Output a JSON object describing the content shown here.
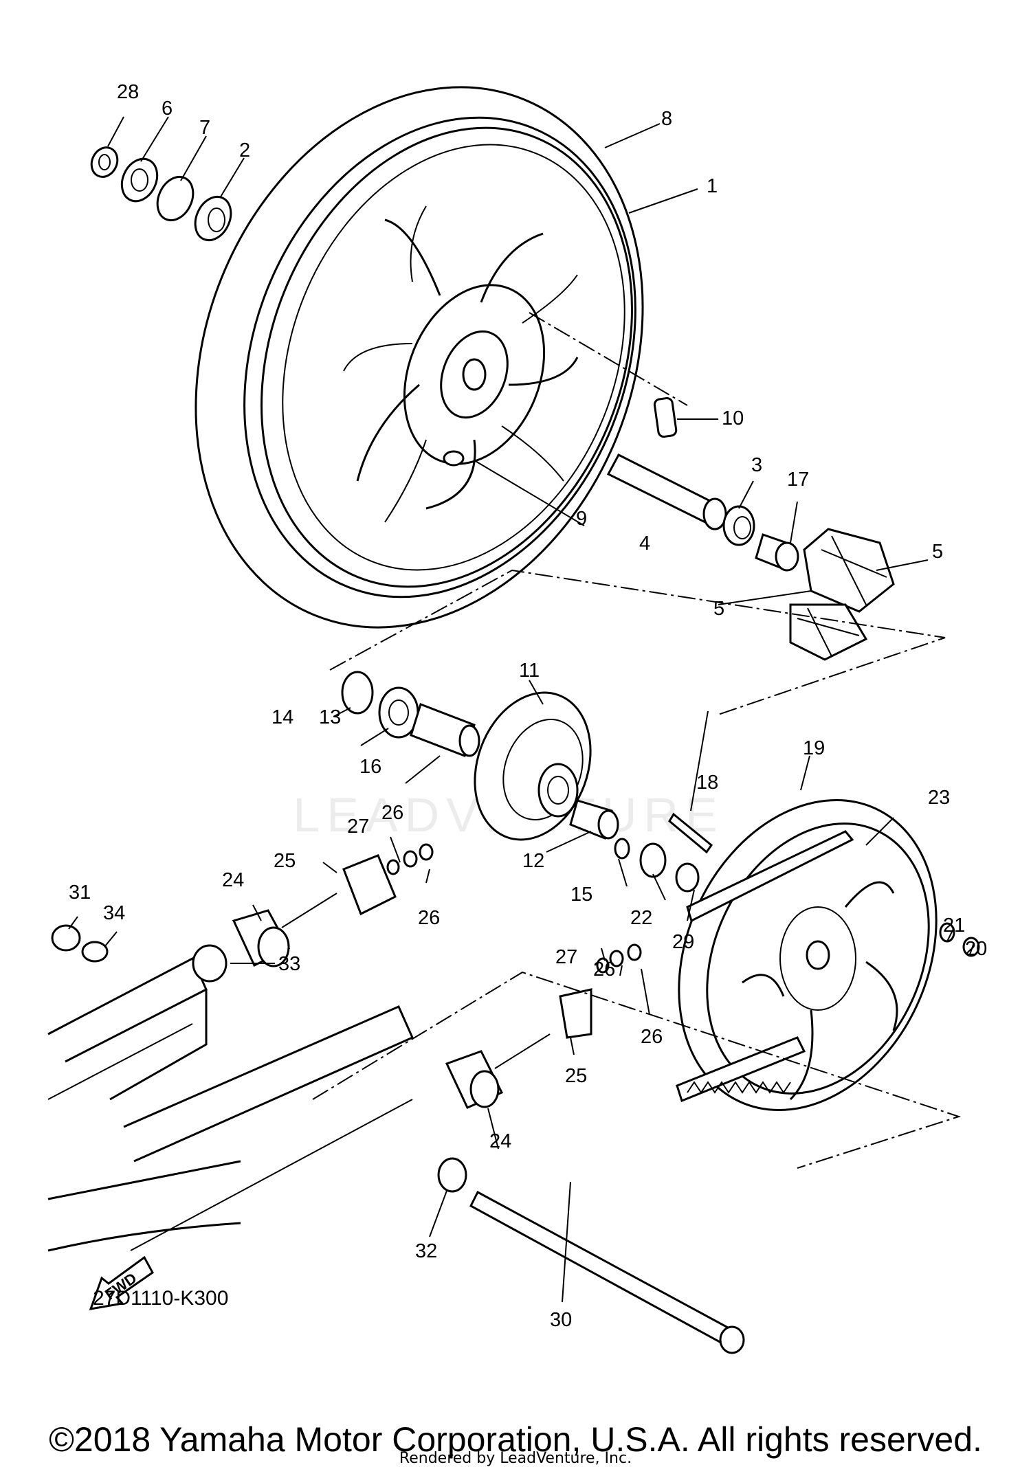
{
  "diagram": {
    "code": "27D1110-K300",
    "fwd": "FWD",
    "watermark": "LEADVENTURE",
    "callouts": [
      "1",
      "2",
      "3",
      "4",
      "5",
      "5",
      "6",
      "7",
      "8",
      "9",
      "10",
      "11",
      "12",
      "13",
      "14",
      "15",
      "16",
      "17",
      "18",
      "19",
      "20",
      "21",
      "22",
      "23",
      "24",
      "24",
      "25",
      "25",
      "26",
      "26",
      "26",
      "26",
      "27",
      "27",
      "28",
      "29",
      "30",
      "31",
      "32",
      "33",
      "34"
    ]
  },
  "footer": {
    "copyright": "©2018 Yamaha Motor Corporation, U.S.A. All rights reserved.",
    "rendered_by": "Rendered by LeadVenture, Inc."
  }
}
